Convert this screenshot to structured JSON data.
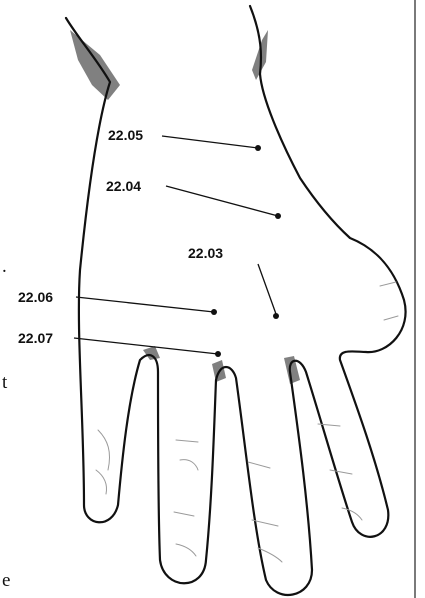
{
  "points": [
    {
      "id": "22.05"
    },
    {
      "id": "22.04"
    },
    {
      "id": "22.03"
    },
    {
      "id": "22.06"
    },
    {
      "id": "22.07"
    }
  ],
  "margin_fragments": [
    ".",
    "t",
    "e"
  ]
}
